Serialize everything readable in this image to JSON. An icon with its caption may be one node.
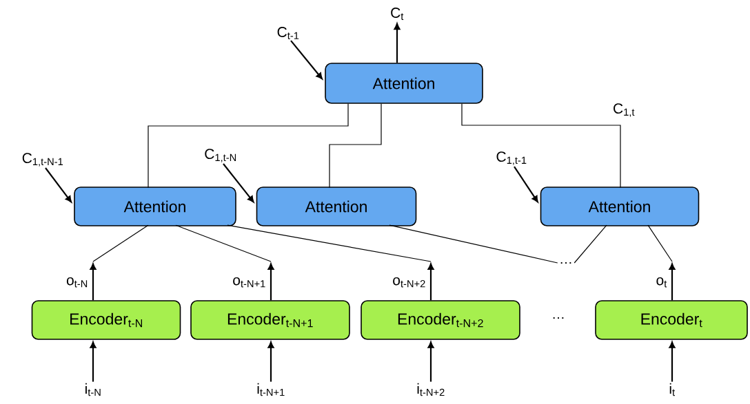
{
  "diagram": {
    "nodes": [
      {
        "text": [
          "C$_{t}$"
        ]
      },
      {
        "text": [
          "C$_{t-1}$"
        ]
      },
      {
        "text": [
          "Attention"
        ]
      },
      {
        "text": [
          "C$_{1,t-N-1}$"
        ]
      },
      {
        "text": [
          "C$_{1,t-N}$"
        ]
      },
      {
        "text": [
          "C$_{1,t-1}$"
        ]
      },
      {
        "text": [
          "Attention"
        ]
      },
      {
        "text": [
          "Attention"
        ]
      },
      {
        "text": [
          "Attention"
        ]
      },
      {
        "text": [
          "…"
        ]
      },
      {
        "text": [
          "o$_{t-N}$"
        ]
      },
      {
        "text": [
          "o$_{t-N+1}$"
        ]
      },
      {
        "text": [
          "o$_{t-N+2}$"
        ]
      },
      {
        "text": [
          "o$_{t}$"
        ]
      },
      {
        "text": [
          "Encoder$_{t-N}$"
        ]
      },
      {
        "text": [
          "Encoder$_{t-N+1}$"
        ]
      },
      {
        "text": [
          "Encoder$_{t-N+2}$"
        ]
      },
      {
        "text": [
          "Encoder$_{t}$"
        ]
      },
      {
        "text": [
          "i$_{t-N}$"
        ]
      },
      {
        "text": [
          "i$_{t-N+1}$"
        ]
      },
      {
        "text": [
          "i$_{t-N+2}$"
        ]
      },
      {
        "text": [
          "i$_{t}$"
        ]
      }
    ],
    "edges": [
      {
        "from": 2,
        "to": 0,
        "arrow": "to"
      },
      {
        "from": 1,
        "to": 2,
        "arrow": "to"
      },
      {
        "from": 6,
        "to": 2,
        "arrow": "none"
      },
      {
        "from": 7,
        "to": 2,
        "arrow": "none"
      },
      {
        "from": 8,
        "to": 2,
        "arrow": "none",
        "label": "C$_{1,t}$"
      },
      {
        "from": 3,
        "to": 6,
        "arrow": "to"
      },
      {
        "from": 4,
        "to": 7,
        "arrow": "to"
      },
      {
        "from": 5,
        "to": 8,
        "arrow": "to"
      },
      {
        "from": 14,
        "to": 10,
        "arrow": "to"
      },
      {
        "from": 15,
        "to": 11,
        "arrow": "to"
      },
      {
        "from": 16,
        "to": 12,
        "arrow": "to"
      },
      {
        "from": 17,
        "to": 13,
        "arrow": "to"
      },
      {
        "from": 10,
        "to": 6,
        "arrow": "none"
      },
      {
        "from": 11,
        "to": 6,
        "arrow": "none"
      },
      {
        "from": 12,
        "to": 6,
        "arrow": "none"
      },
      {
        "from": 7,
        "to": 9,
        "arrow": "none"
      },
      {
        "from": 8,
        "to": 9,
        "arrow": "none"
      },
      {
        "from": 13,
        "to": 8,
        "arrow": "none"
      },
      {
        "from": 18,
        "to": 14,
        "arrow": "to"
      },
      {
        "from": 19,
        "to": 15,
        "arrow": "to"
      },
      {
        "from": 20,
        "to": 16,
        "arrow": "to"
      },
      {
        "from": 21,
        "to": 17,
        "arrow": "to"
      }
    ],
    "labels": [
      "…"
    ]
  }
}
